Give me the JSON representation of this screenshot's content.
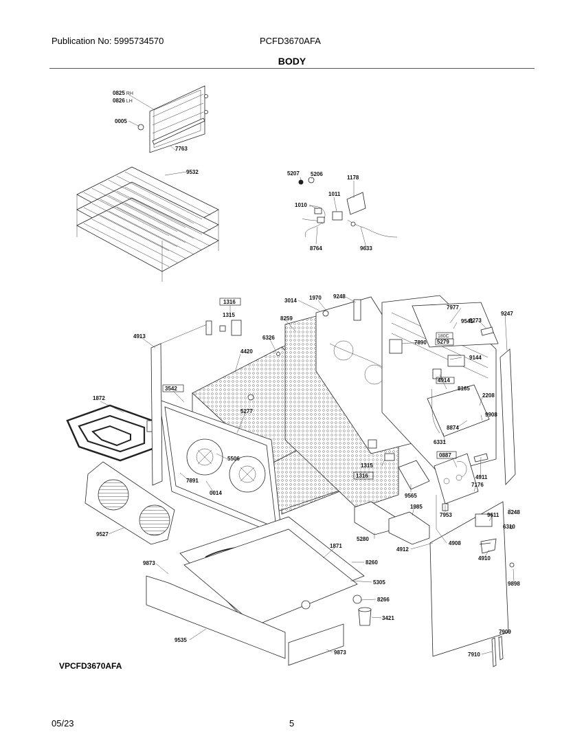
{
  "header": {
    "publication": "Publication No: 5995734570",
    "model": "PCFD3670AFA",
    "title": "BODY"
  },
  "footer": {
    "date": "05/23",
    "page": "5"
  },
  "variant_label": "VPCFD3670AFA",
  "parts": {
    "p0825": "0825",
    "p0825_side": "RH",
    "p0826": "0826",
    "p0826_side": "LH",
    "p0005": "0005",
    "p7763": "7763",
    "p9532": "9532",
    "p5207": "5207",
    "p5206": "5206",
    "p1178": "1178",
    "p1011": "1011",
    "p1010": "1010",
    "p8764": "8764",
    "p9633": "9633",
    "p1316a": "1316",
    "p1315a": "1315",
    "p3014": "3014",
    "p1970": "1970",
    "p9248": "9248",
    "p7977": "7977",
    "p9541": "9541",
    "p8273": "8273",
    "p9247": "9247",
    "p4913": "4913",
    "p8259": "8259",
    "p6326": "6326",
    "p4420": "4420",
    "p7890": "7890",
    "p180c": "180C",
    "p5279": "5279",
    "p9144": "9144",
    "p4914": "4914",
    "p8165": "8165",
    "p2208": "2208",
    "p9908": "9908",
    "p3542": "3542",
    "p1872": "1872",
    "p5277": "5277",
    "p8874": "8874",
    "p6331": "6331",
    "p5506": "5506",
    "p0887": "0887",
    "p1315b": "1315",
    "p1316b": "1316",
    "p4911": "4911",
    "p7891": "7891",
    "p0014": "0014",
    "p9565": "9565",
    "p7176": "7176",
    "p1985": "1985",
    "p8248": "8248",
    "p7953": "7953",
    "p9611": "9611",
    "p9527": "9527",
    "p6310": "6310",
    "p5280": "5280",
    "p4912": "4912",
    "p4908": "4908",
    "p1871": "1871",
    "p9873a": "9873",
    "p8260": "8260",
    "p4910": "4910",
    "p5305": "5305",
    "p9898": "9898",
    "p8266": "8266",
    "p3421": "3421",
    "p9535": "9535",
    "p7909": "7909",
    "p9873b": "9873",
    "p7910": "7910"
  }
}
